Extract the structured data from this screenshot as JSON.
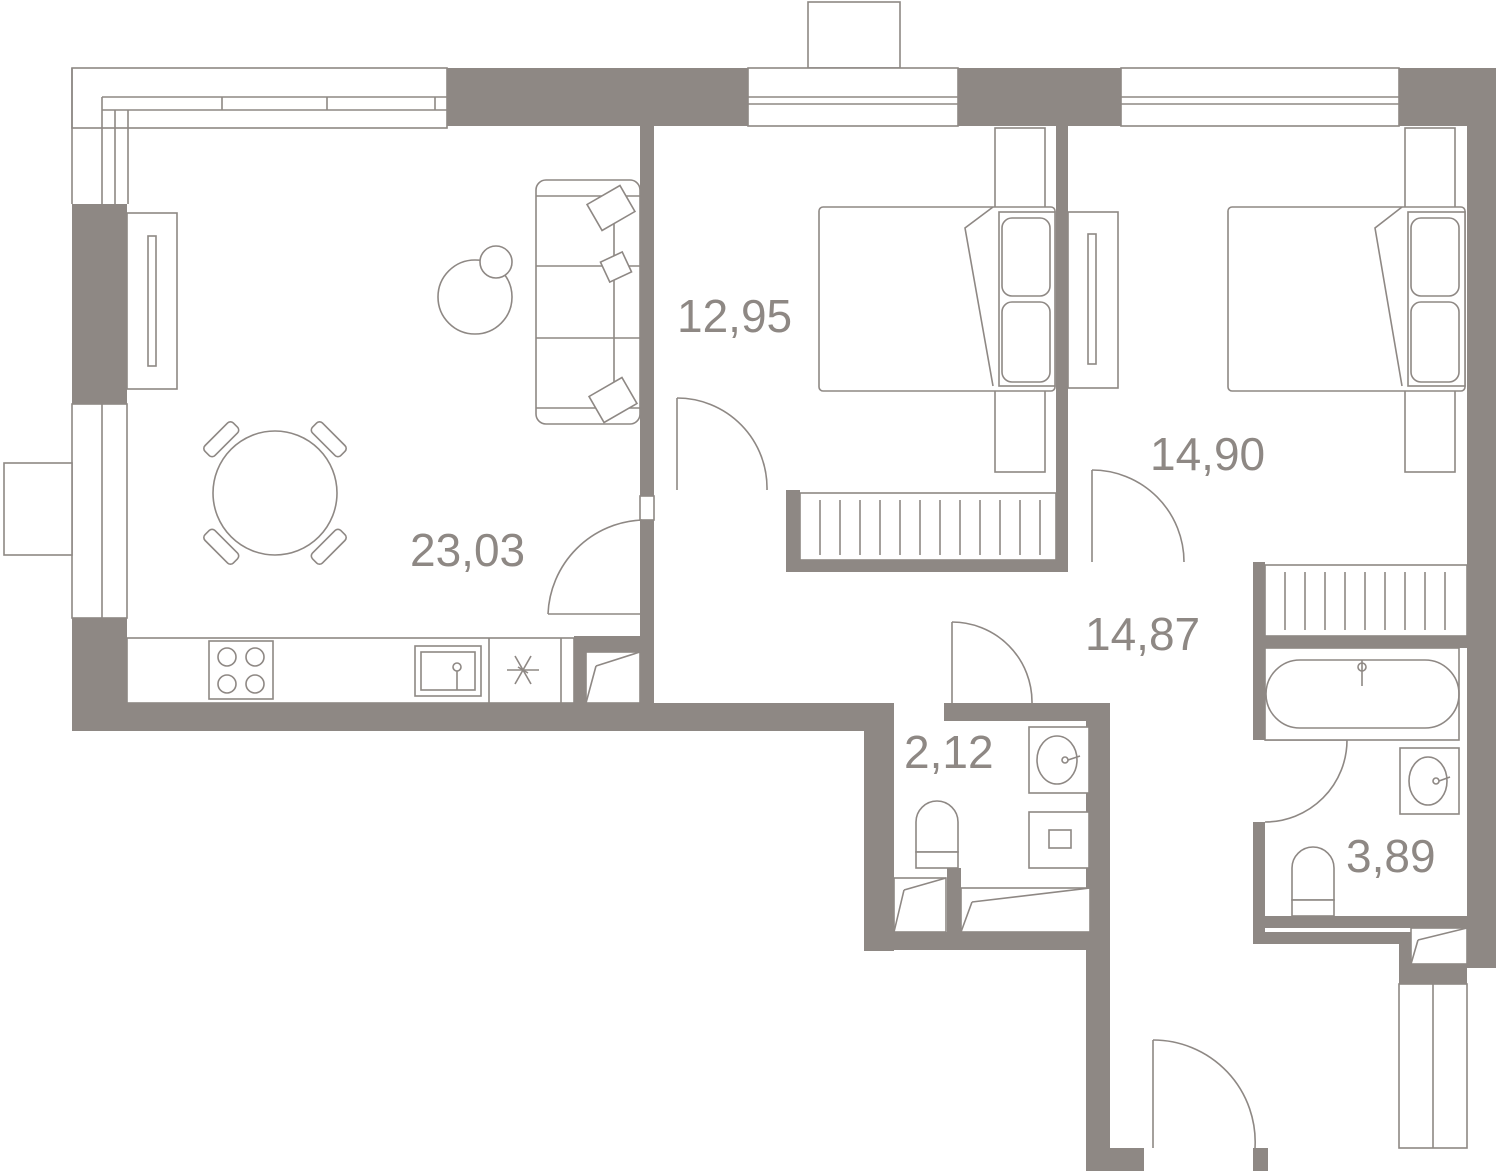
{
  "plan": {
    "wall_color": "#8e8884",
    "rooms": [
      {
        "id": "living-kitchen",
        "area": "23,03"
      },
      {
        "id": "bedroom-1",
        "area": "12,95"
      },
      {
        "id": "bedroom-2",
        "area": "14,90"
      },
      {
        "id": "hallway",
        "area": "14,87"
      },
      {
        "id": "bathroom-small",
        "area": "2,12"
      },
      {
        "id": "bathroom-large",
        "area": "3,89"
      }
    ],
    "icons": [
      "sofa-icon",
      "round-table-icon",
      "dining-table-icon",
      "bed-icon",
      "wardrobe-icon",
      "tv-icon",
      "stove-icon",
      "sink-icon",
      "fridge-icon",
      "bathtub-icon",
      "toilet-icon",
      "washbasin-icon",
      "door-icon",
      "window-icon"
    ]
  }
}
